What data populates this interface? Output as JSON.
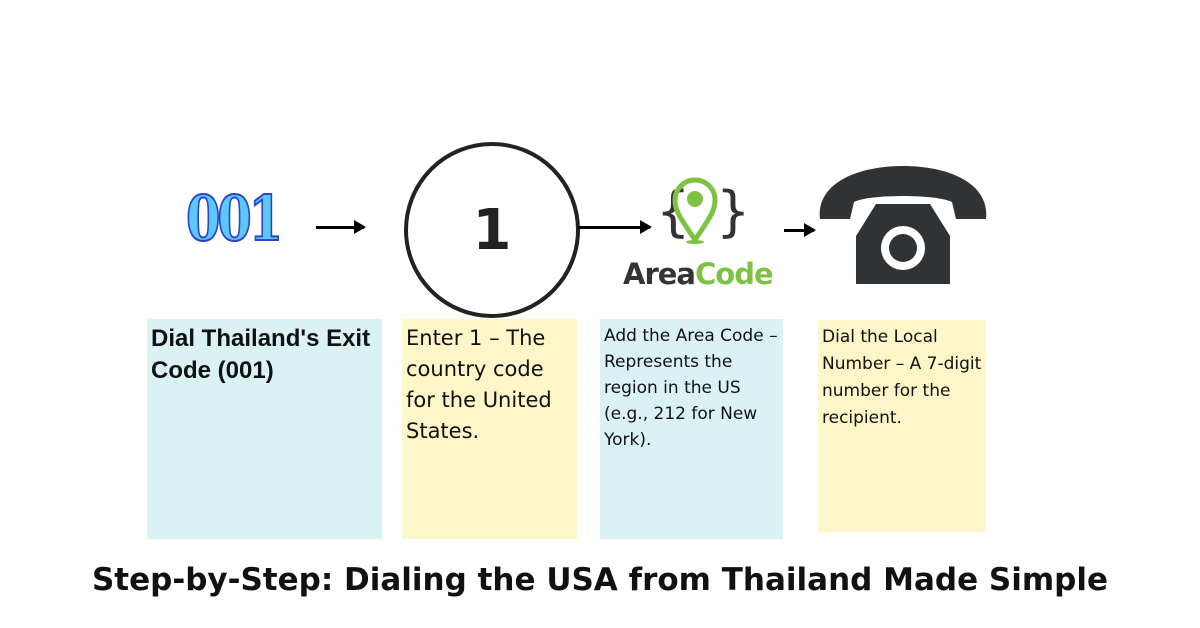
{
  "steps": [
    {
      "icon_text": "001",
      "text": "Dial Thailand's Exit Code (001)"
    },
    {
      "icon_text": "1",
      "text": "Enter 1 – The country code for the United States."
    },
    {
      "icon_text": "AreaCode",
      "logo_part1": "Area",
      "logo_part2": "Code",
      "text": "Add the Area Code – Represents the region in the US (e.g., 212 for New York)."
    },
    {
      "icon_text": "",
      "text": "Dial the Local Number – A 7-digit number for the recipient."
    }
  ],
  "title": "Step-by-Step: Dialing the USA from Thailand Made Simple",
  "colors": {
    "cyan_box": "#daf2f4",
    "yellow_box": "#fdf6c8",
    "logo_green": "#7dc242",
    "logo_dark": "#333333",
    "phone": "#2f3336"
  }
}
